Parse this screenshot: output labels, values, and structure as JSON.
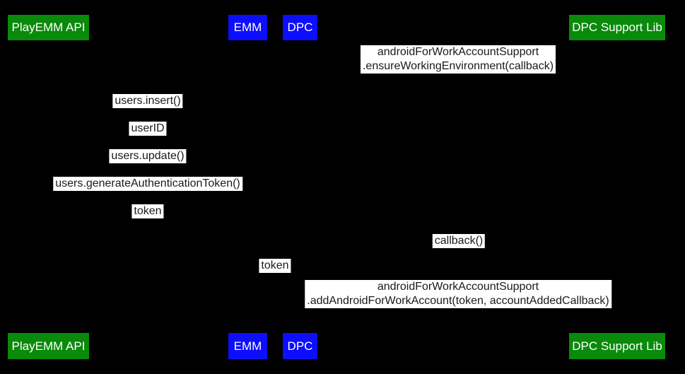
{
  "diagram": {
    "type": "sequence-diagram",
    "background_color": "#000000",
    "colors": {
      "api_participant_green": "#0a8a0a",
      "component_participant_blue": "#0d0dff",
      "message_label_background": "#ffffff",
      "message_label_text": "#1a1a1a",
      "participant_text": "#ffffff"
    },
    "participants": [
      {
        "id": "playemm",
        "label": "PlayEMM API",
        "color": "green"
      },
      {
        "id": "emm",
        "label": "EMM",
        "color": "blue"
      },
      {
        "id": "dpc",
        "label": "DPC",
        "color": "blue"
      },
      {
        "id": "dpcsl",
        "label": "DPC Support Lib",
        "color": "green"
      }
    ],
    "messages": [
      {
        "from": "dpc",
        "to": "dpcsl",
        "lines": [
          "androidForWorkAccountSupport",
          ".ensureWorkingEnvironment(callback)"
        ]
      },
      {
        "from": "emm",
        "to": "playemm",
        "lines": [
          "users.insert()"
        ]
      },
      {
        "from": "playemm",
        "to": "emm",
        "lines": [
          "userID"
        ]
      },
      {
        "from": "emm",
        "to": "playemm",
        "lines": [
          "users.update()"
        ]
      },
      {
        "from": "emm",
        "to": "playemm",
        "lines": [
          "users.generateAuthenticationToken()"
        ]
      },
      {
        "from": "playemm",
        "to": "emm",
        "lines": [
          "token"
        ]
      },
      {
        "from": "dpcsl",
        "to": "dpc",
        "lines": [
          "callback()"
        ]
      },
      {
        "from": "emm",
        "to": "dpc",
        "lines": [
          "token"
        ]
      },
      {
        "from": "dpc",
        "to": "dpcsl",
        "lines": [
          "androidForWorkAccountSupport",
          ".addAndroidForWorkAccount(token, accountAddedCallback)"
        ]
      }
    ]
  }
}
